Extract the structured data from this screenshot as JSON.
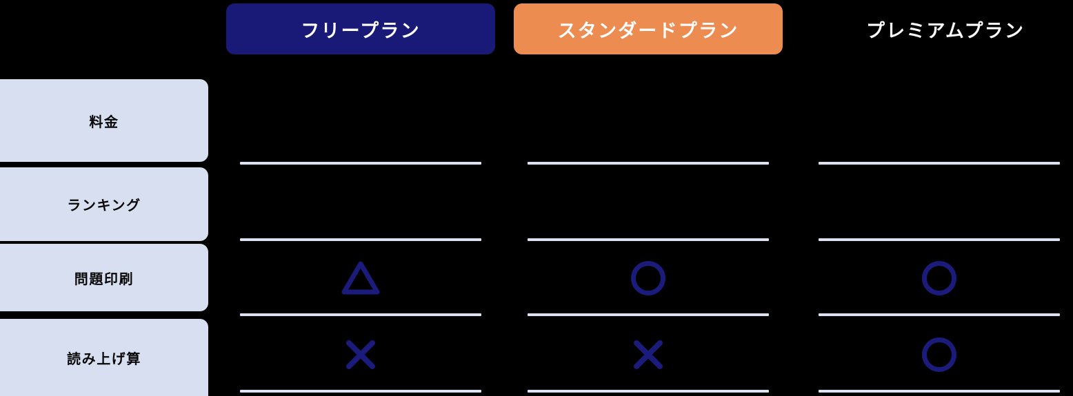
{
  "colors": {
    "background": "#000000",
    "navy": "#191a78",
    "orange": "#ed8c50",
    "label_box": "#d8dff0",
    "divider": "#dce2f2",
    "symbol": "#1a1b7a",
    "header_text": "#ffffff",
    "label_text": "#080808"
  },
  "table": {
    "plans": [
      {
        "id": "free",
        "label": "フリープラン",
        "style": "navy-pill"
      },
      {
        "id": "standard",
        "label": "スタンダードプラン",
        "style": "orange-pill"
      },
      {
        "id": "premium",
        "label": "プレミアムプラン",
        "style": "plain-text"
      }
    ],
    "features": [
      {
        "id": "price",
        "label": "料金",
        "values": [
          "",
          "",
          ""
        ]
      },
      {
        "id": "ranking",
        "label": "ランキング",
        "values": [
          "",
          "",
          ""
        ]
      },
      {
        "id": "print",
        "label": "問題印刷",
        "values": [
          "triangle",
          "circle",
          "circle"
        ]
      },
      {
        "id": "readaloud",
        "label": "読み上げ算",
        "values": [
          "cross",
          "cross",
          "circle"
        ]
      }
    ],
    "symbol_names": {
      "circle": "circle-symbol",
      "triangle": "triangle-symbol",
      "cross": "cross-symbol"
    }
  }
}
